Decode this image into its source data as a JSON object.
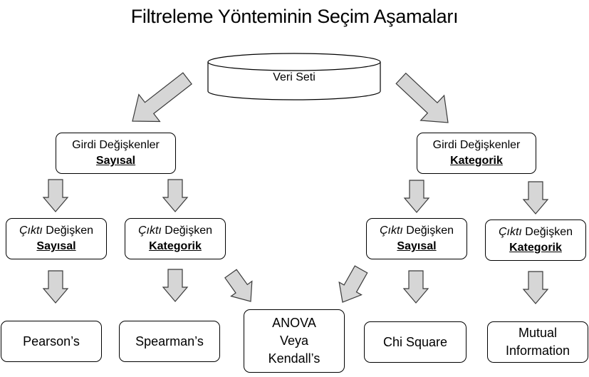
{
  "title": "Filtreleme Yönteminin Seçim Aşamaları",
  "dataset": {
    "label": "Veri Seti"
  },
  "inputs": {
    "numeric": {
      "line1": "Girdi Değişkenler",
      "line2": "Sayısal"
    },
    "categorical": {
      "line1": "Girdi Değişkenler",
      "line2": "Kategorik"
    }
  },
  "outputs": {
    "num_num": {
      "prefix": "Çıktı",
      "rest": " Değişken",
      "line2": "Sayısal"
    },
    "num_cat": {
      "prefix": "Çıktı",
      "rest": " Değişken",
      "line2": "Kategorik"
    },
    "cat_num": {
      "prefix": "Çıktı",
      "rest": " Değişken",
      "line2": "Sayısal"
    },
    "cat_cat": {
      "prefix": "Çıktı",
      "rest": " Değişken",
      "line2": "Kategorik"
    }
  },
  "results": {
    "pearson": "Pearson’s",
    "spearman": "Spearman’s",
    "anova": {
      "line1": "ANOVA",
      "line2": "Veya",
      "line3": "Kendall’s"
    },
    "chi": "Chi Square",
    "mutual": {
      "line1": "Mutual",
      "line2": "Information"
    }
  },
  "colors": {
    "arrow_fill": "#d6d6d6",
    "arrow_stroke": "#3a3a3a",
    "border": "#000000"
  }
}
